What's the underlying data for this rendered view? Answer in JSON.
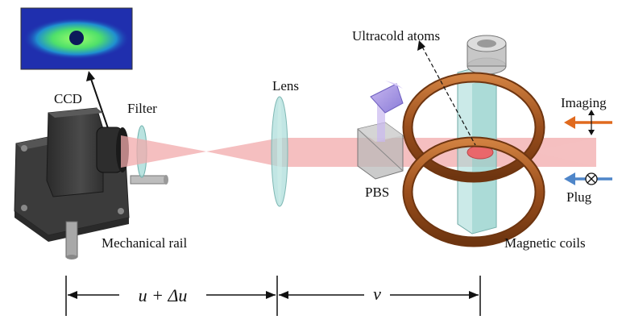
{
  "labels": {
    "ccd": "CCD",
    "filter": "Filter",
    "lens": "Lens",
    "ultracold_atoms": "Ultracold atoms",
    "imaging": "Imaging",
    "pbs": "PBS",
    "plug": "Plug",
    "mechanical_rail": "Mechanical rail",
    "magnetic_coils": "Magnetic coils"
  },
  "dimensions": {
    "object_distance": "u + Δu",
    "image_distance": "v"
  },
  "colors": {
    "beam": "#f2a9ab",
    "coil": "#b8642a",
    "imaging_arrow": "#e06a1e",
    "plug_arrow": "#4f86c9",
    "glass": "#a8dcd8",
    "camera_body": "#3a3a3a",
    "inset_background": "#1f2fae",
    "inset_cloud": "#4fe06a"
  }
}
